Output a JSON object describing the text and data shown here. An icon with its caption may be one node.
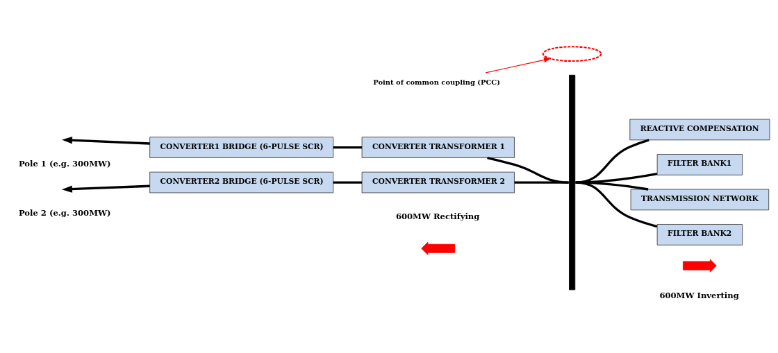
{
  "diagram": {
    "nodes": [
      {
        "text": [
          "CONVERTER1 BRIDGE (6-PULSE SCR)"
        ]
      },
      {
        "text": [
          "CONVERTER TRANSFORMER 1"
        ]
      },
      {
        "text": [
          "CONVERTER2 BRIDGE (6-PULSE SCR)"
        ]
      },
      {
        "text": [
          "CONVERTER TRANSFORMER 2"
        ]
      },
      {
        "text": [],
        "shape": "bar"
      },
      {
        "text": [
          "REACTIVE COMPENSATION"
        ]
      },
      {
        "text": [
          "FILTER BANK1"
        ]
      },
      {
        "text": [
          "TRANSMISSION NETWORK"
        ]
      },
      {
        "text": [
          "FILTER BANK2"
        ]
      },
      {
        "text": [
          "Point of common coupling (PCC)"
        ]
      },
      {
        "text": [],
        "shape": "ellipse"
      },
      {
        "text": [],
        "shape": "arrow"
      },
      {
        "text": [],
        "shape": "arrow"
      }
    ],
    "edges": [
      {
        "from": 0,
        "to": null,
        "arrow": "to"
      },
      {
        "from": 0,
        "to": 1,
        "arrow": "none"
      },
      {
        "from": 1,
        "to": 4,
        "arrow": "none"
      },
      {
        "from": 2,
        "to": null,
        "arrow": "to"
      },
      {
        "from": 2,
        "to": 3,
        "arrow": "none"
      },
      {
        "from": 3,
        "to": 4,
        "arrow": "none"
      },
      {
        "from": 4,
        "to": 5,
        "arrow": "none"
      },
      {
        "from": 4,
        "to": 6,
        "arrow": "none"
      },
      {
        "from": 4,
        "to": 7,
        "arrow": "none"
      },
      {
        "from": 4,
        "to": 8,
        "arrow": "none"
      },
      {
        "from": 9,
        "to": 10,
        "arrow": "to",
        "color": "#ff0000"
      }
    ],
    "labels": [
      "Pole 1 (e.g. 300MW)",
      "Pole 2 (e.g. 300MW)",
      "600MW Rectifying",
      "600MW Inverting"
    ]
  }
}
